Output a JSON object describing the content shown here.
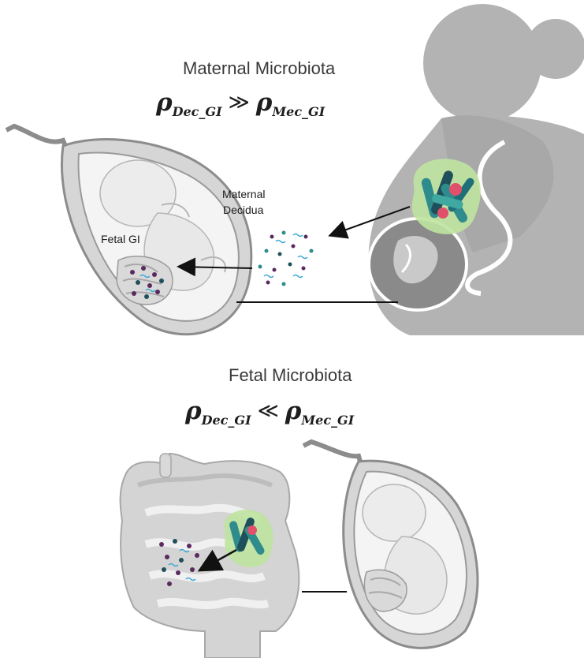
{
  "top": {
    "title": "Maternal Microbiota",
    "formula": {
      "lhs_rho": "ρ",
      "lhs_sub": "Dec_GI",
      "operator": "≫",
      "rhs_rho": "ρ",
      "rhs_sub": "Mec_GI"
    },
    "labels": {
      "maternal_decidua_1": "Maternal",
      "maternal_decidua_2": "Decidua",
      "fetal_gi": "Fetal GI"
    }
  },
  "bottom": {
    "title": "Fetal Microbiota",
    "formula": {
      "lhs_rho": "ρ",
      "lhs_sub": "Dec_GI",
      "operator": "≪",
      "rhs_rho": "ρ",
      "rhs_sub": "Mec_GI"
    }
  },
  "colors": {
    "silhouette": "#b3b3b3",
    "uterus_outline": "#8c8c8c",
    "microbe_teal": "#2f8c8c",
    "microbe_dark": "#1f4f5a",
    "microbe_pink": "#e0506a",
    "microbe_green_halo": "#bfe3a0",
    "dot_blue": "#3aa6d6",
    "dot_purple": "#5a2a5e"
  },
  "icons": [
    "maternal-silhouette",
    "uterus-with-fetus",
    "intestines",
    "bacteria-cluster"
  ]
}
